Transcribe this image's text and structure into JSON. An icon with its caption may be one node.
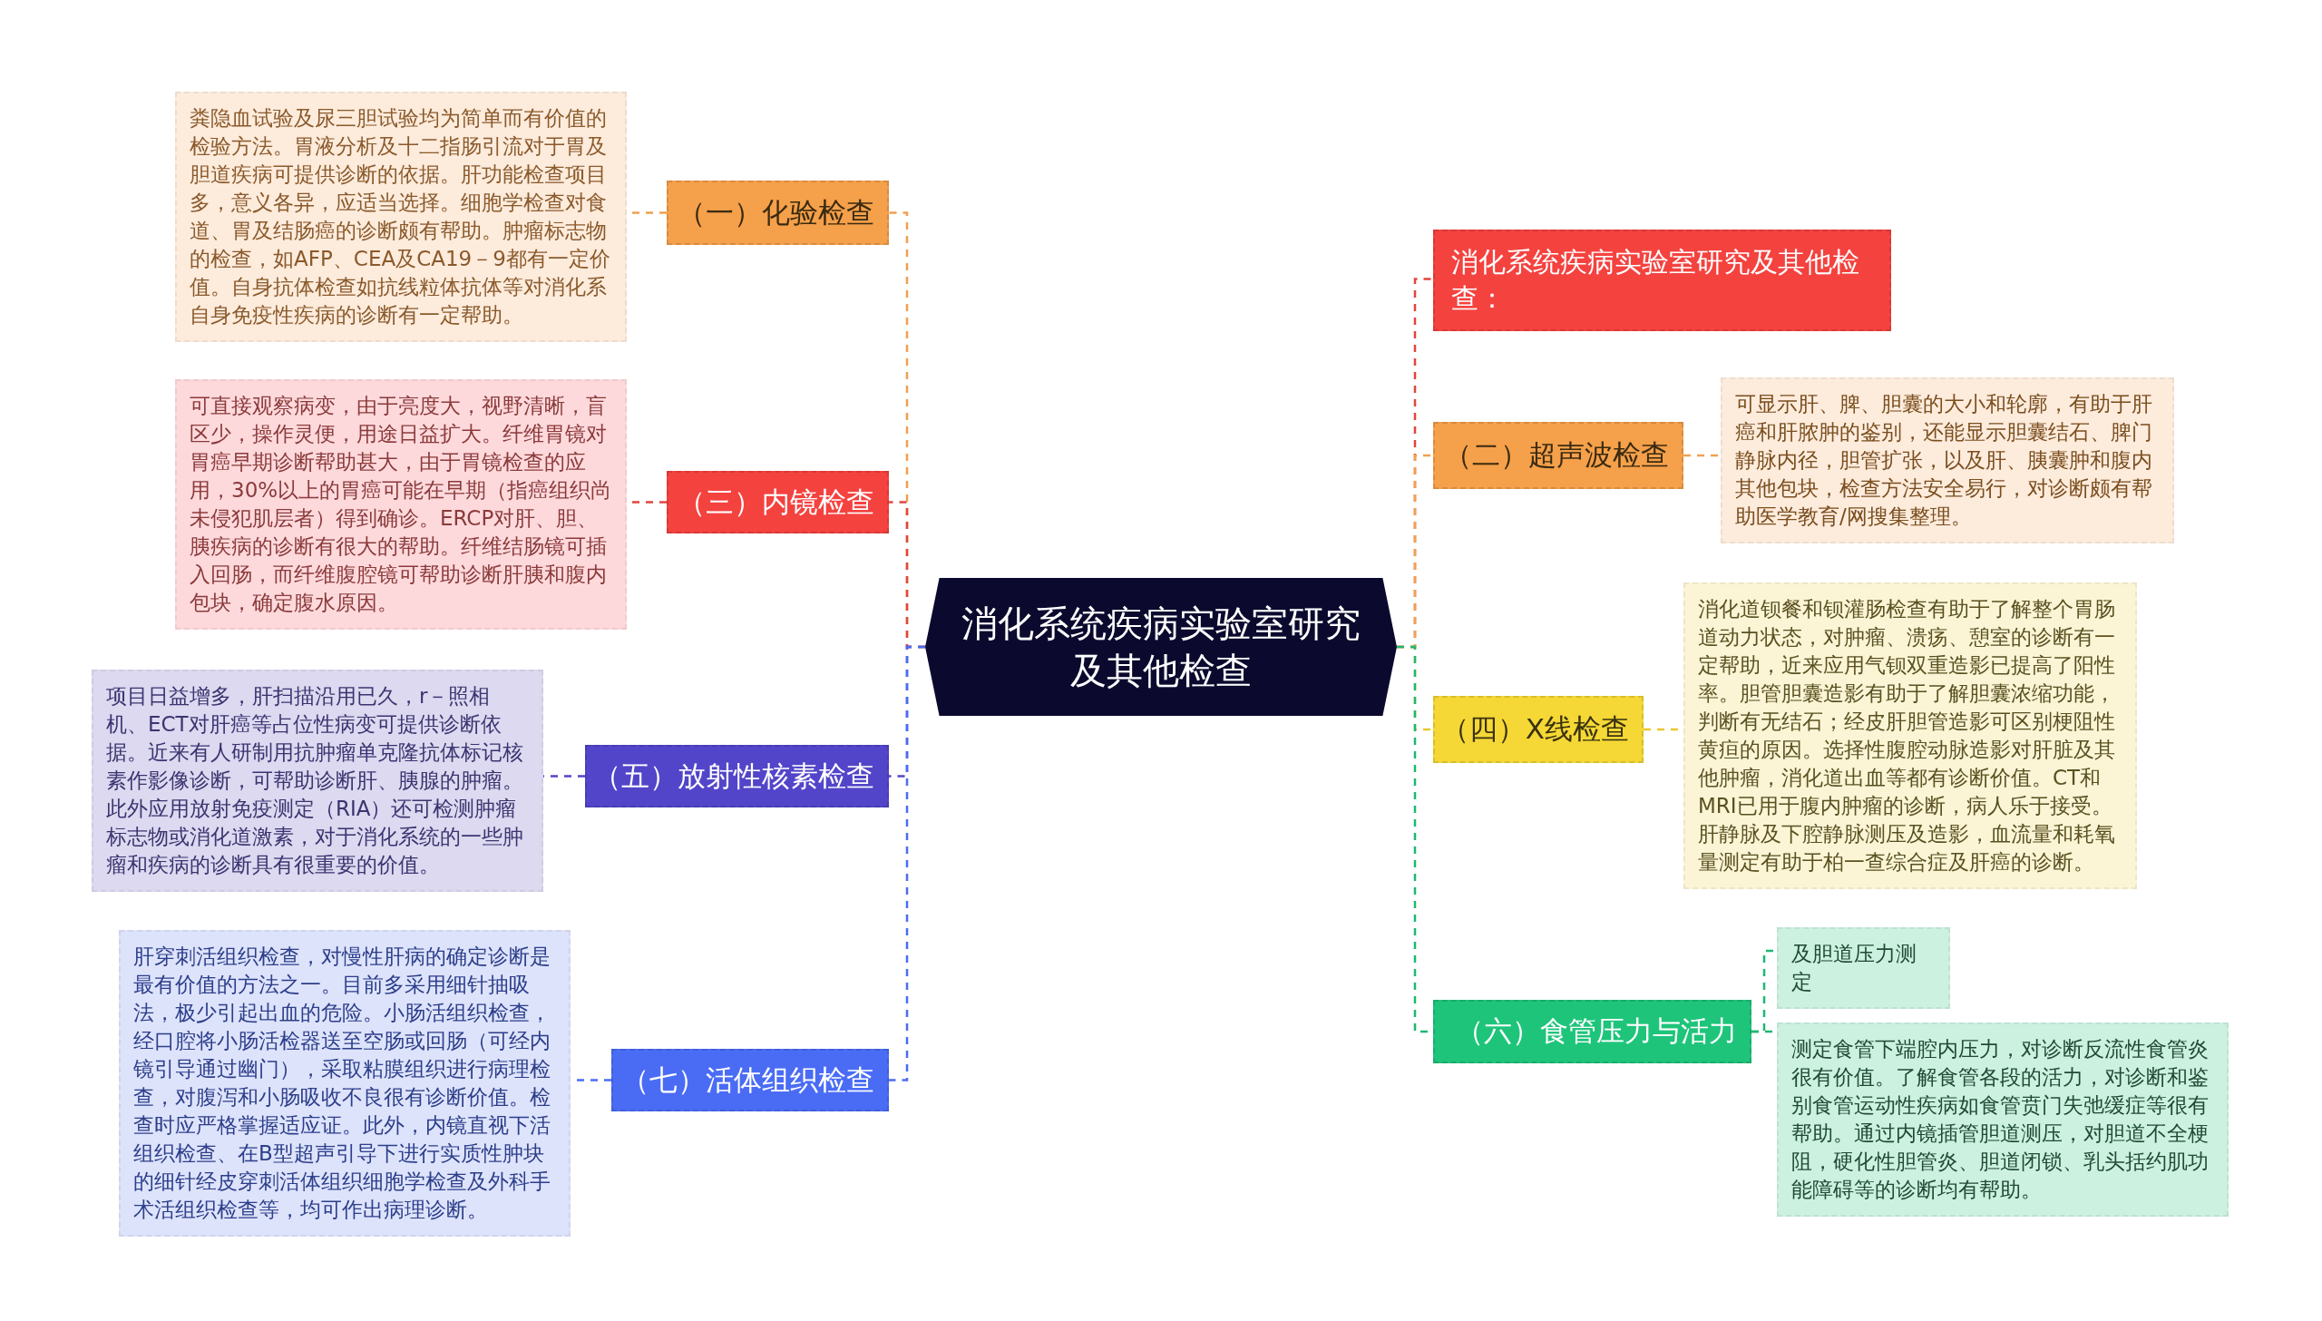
{
  "diagram": {
    "nodes": [
      {
        "text": [
          "消化系统疾病实验室研究及其他检查"
        ]
      },
      {
        "text": [
          "（一）化验检查"
        ]
      },
      {
        "text": [
          "粪隐血试验及尿三胆试验均为简单而有价值的检验方法。胃液分析及十二指肠引流对于胃及胆道疾病可提供诊断的依据。肝功能检查项目多，意义各异，应适当选择。细胞学检查对食道、胃及结肠癌的诊断颇有帮助。肿瘤标志物的检查，如AFP、CEA及CA19－9都有一定价值。自身抗体检查如抗线粒体抗体等对消化系自身免疫性疾病的诊断有一定帮助。"
        ]
      },
      {
        "text": [
          "（三）内镜检查"
        ]
      },
      {
        "text": [
          "可直接观察病变，由于亮度大，视野清晰，盲区少，操作灵便，用途日益扩大。纤维胃镜对胃癌早期诊断帮助甚大，由于胃镜检查的应用，30%以上的胃癌可能在早期（指癌组织尚未侵犯肌层者）得到确诊。ERCP对肝、胆、胰疾病的诊断有很大的帮助。纤维结肠镜可插入回肠，而纤维腹腔镜可帮助诊断肝胰和腹内包块，确定腹水原因。"
        ]
      },
      {
        "text": [
          "（五）放射性核素检查"
        ]
      },
      {
        "text": [
          "项目日益增多，肝扫描沿用已久，r－照相机、ECT对肝癌等占位性病变可提供诊断依据。近来有人研制用抗肿瘤单克隆抗体标记核素作影像诊断，可帮助诊断肝、胰腺的肿瘤。此外应用放射免疫测定（RIA）还可检测肿瘤标志物或消化道激素，对于消化系统的一些肿瘤和疾病的诊断具有很重要的价值。"
        ]
      },
      {
        "text": [
          "（七）活体组织检查"
        ]
      },
      {
        "text": [
          "肝穿刺活组织检查，对慢性肝病的确定诊断是最有价值的方法之一。目前多采用细针抽吸法，极少引起出血的危险。小肠活组织检查，经口腔将小肠活检器送至空肠或回肠（可经内镜引导通过幽门），采取粘膜组织进行病理检查，对腹泻和小肠吸收不良很有诊断价值。检查时应严格掌握适应证。此外，内镜直视下活组织检查、在B型超声引导下进行实质性肿块的细针经皮穿刺活体组织细胞学检查及外科手术活组织检查等，均可作出病理诊断。"
        ]
      },
      {
        "text": [
          "消化系统疾病实验室研究及其他检查："
        ]
      },
      {
        "text": [
          "（二）超声波检查"
        ]
      },
      {
        "text": [
          "可显示肝、脾、胆囊的大小和轮廓，有助于肝癌和肝脓肿的鉴别，还能显示胆囊结石、脾门静脉内径，胆管扩张，以及肝、胰囊肿和腹内其他包块，检查方法安全易行，对诊断颇有帮助医学教育/网搜集整理。"
        ]
      },
      {
        "text": [
          "（四）X线检查"
        ]
      },
      {
        "text": [
          "消化道钡餐和钡灌肠检查有助于了解整个胃肠道动力状态，对肿瘤、溃疡、憩室的诊断有一定帮助，近来应用气钡双重造影已提高了阳性率。胆管胆囊造影有助于了解胆囊浓缩功能，判断有无结石；经皮肝胆管造影可区别梗阻性黄疸的原因。选择性腹腔动脉造影对肝脏及其他肿瘤，消化道出血等都有诊断价值。CT和MRI已用于腹内肿瘤的诊断，病人乐于接受。肝静脉及下腔静脉测压及造影，血流量和耗氧量测定有助于柏一查综合症及肝癌的诊断。"
        ]
      },
      {
        "text": [
          "（六）食管压力与活力"
        ]
      },
      {
        "text": [
          "及胆道压力测定"
        ]
      },
      {
        "text": [
          "测定食管下端腔内压力，对诊断反流性食管炎很有价值。了解食管各段的活力，对诊断和鉴别食管运动性疾病如食管贲门失弛缓症等很有帮助。通过内镜插管胆道测压，对胆道不全梗阻，硬化性胆管炎、胆道闭锁、乳头括约肌功能障碍等的诊断均有帮助。"
        ]
      }
    ],
    "edges": [
      {
        "from": 0,
        "to": 1,
        "arrow": "none",
        "color": "#f0a050"
      },
      {
        "from": 1,
        "to": 2,
        "arrow": "none",
        "color": "#f0a050"
      },
      {
        "from": 0,
        "to": 3,
        "arrow": "none",
        "color": "#e0463c"
      },
      {
        "from": 3,
        "to": 4,
        "arrow": "none",
        "color": "#e0463c"
      },
      {
        "from": 0,
        "to": 5,
        "arrow": "none",
        "color": "#5245c9"
      },
      {
        "from": 5,
        "to": 6,
        "arrow": "none",
        "color": "#5245c9"
      },
      {
        "from": 0,
        "to": 7,
        "arrow": "none",
        "color": "#4a6cf5"
      },
      {
        "from": 7,
        "to": 8,
        "arrow": "none",
        "color": "#4a6cf5"
      },
      {
        "from": 0,
        "to": 9,
        "arrow": "none",
        "color": "#e0463c"
      },
      {
        "from": 0,
        "to": 10,
        "arrow": "none",
        "color": "#f0a050"
      },
      {
        "from": 10,
        "to": 11,
        "arrow": "none",
        "color": "#f0a050"
      },
      {
        "from": 0,
        "to": 12,
        "arrow": "none",
        "color": "#e8c830"
      },
      {
        "from": 12,
        "to": 13,
        "arrow": "none",
        "color": "#e8c830"
      },
      {
        "from": 0,
        "to": 14,
        "arrow": "none",
        "color": "#1db872"
      },
      {
        "from": 14,
        "to": 15,
        "arrow": "none",
        "color": "#1db872"
      },
      {
        "from": 14,
        "to": 16,
        "arrow": "none",
        "color": "#1db872"
      }
    ]
  }
}
